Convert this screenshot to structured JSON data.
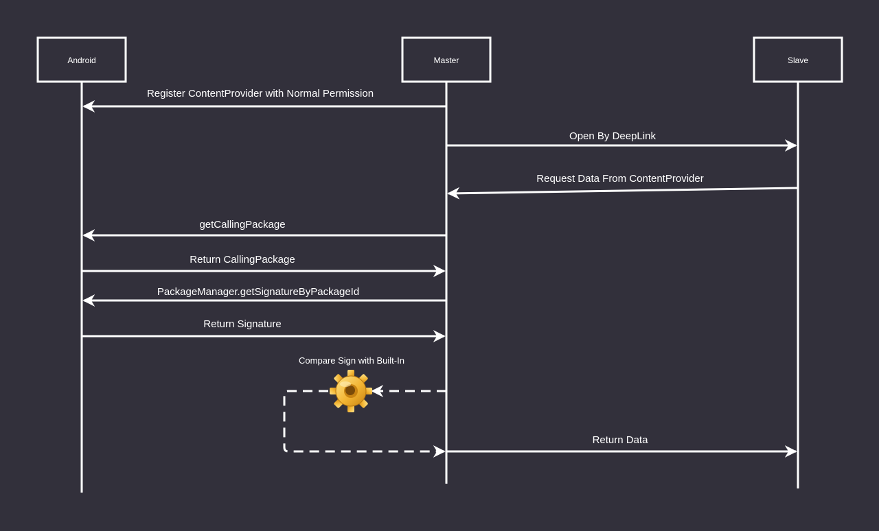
{
  "colors": {
    "background": "#32303b",
    "line": "#ffffff",
    "gear_light": "#ffd56a",
    "gear_dark": "#d99a1e"
  },
  "participants": [
    {
      "id": "android",
      "label": "Android"
    },
    {
      "id": "master",
      "label": "Master"
    },
    {
      "id": "slave",
      "label": "Slave"
    }
  ],
  "messages": [
    {
      "from": "master",
      "to": "android",
      "label": "Register ContentProvider with Normal Permission"
    },
    {
      "from": "master",
      "to": "slave",
      "label": "Open By DeepLink"
    },
    {
      "from": "slave",
      "to": "master",
      "label": "Request Data From ContentProvider"
    },
    {
      "from": "master",
      "to": "android",
      "label": "getCallingPackage"
    },
    {
      "from": "android",
      "to": "master",
      "label": "Return CallingPackage"
    },
    {
      "from": "master",
      "to": "android",
      "label": "PackageManager.getSignatureByPackageId"
    },
    {
      "from": "android",
      "to": "master",
      "label": "Return Signature"
    },
    {
      "from": "master",
      "to": "slave",
      "label": "Return Data"
    }
  ],
  "self_check": {
    "participant": "master",
    "label": "Compare Sign with Built-In",
    "icon": "gear-icon"
  }
}
